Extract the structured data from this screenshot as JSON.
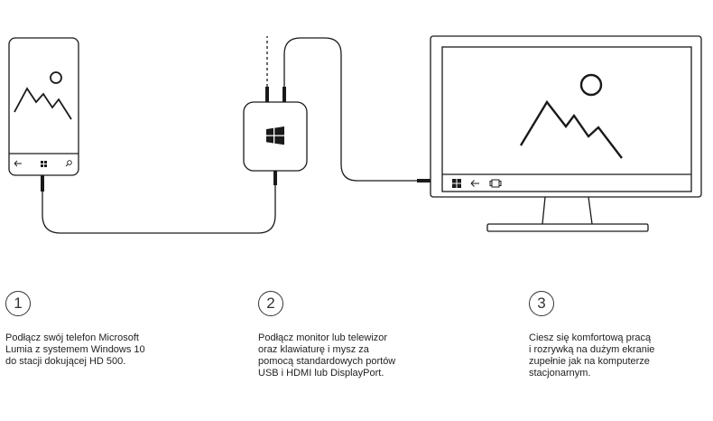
{
  "steps": [
    {
      "number": "1",
      "text": "Podłącz swój telefon Microsoft\nLumia z systemem Windows 10\ndo stacji dokującej HD 500."
    },
    {
      "number": "2",
      "text": "Podłącz monitor lub telewizor\noraz klawiaturę i mysz za\npomocą standardowych portów\nUSB i HDMI lub DisplayPort."
    },
    {
      "number": "3",
      "text": "Ciesz się komfortową pracą\ni rozrywką na dużym ekranie\nzupełnie jak na komputerze\nstacjonarnym."
    }
  ],
  "icons": {
    "phone_nav": [
      "back-arrow-icon",
      "windows-logo-icon",
      "search-icon"
    ],
    "monitor_taskbar": [
      "windows-logo-icon",
      "back-arrow-icon",
      "task-view-icon"
    ],
    "dock": "windows-logo-icon",
    "landscape": "landscape-image-icon"
  },
  "colors": {
    "line": "#1a1a1a",
    "background": "#ffffff"
  }
}
